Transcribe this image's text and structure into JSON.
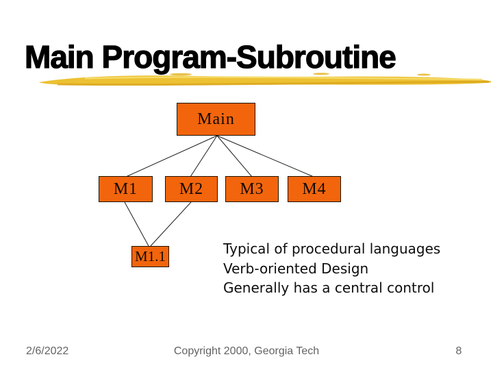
{
  "slide": {
    "title": "Main Program-Subroutine",
    "diagram": {
      "type": "tree",
      "nodes": [
        {
          "id": "main",
          "label": "Main"
        },
        {
          "id": "m1",
          "label": "M1"
        },
        {
          "id": "m2",
          "label": "M2"
        },
        {
          "id": "m3",
          "label": "M3"
        },
        {
          "id": "m4",
          "label": "M4"
        },
        {
          "id": "m1_1",
          "label": "M1.1"
        }
      ],
      "edges": [
        {
          "from": "Main",
          "to": "M1"
        },
        {
          "from": "Main",
          "to": "M2"
        },
        {
          "from": "Main",
          "to": "M3"
        },
        {
          "from": "Main",
          "to": "M4"
        },
        {
          "from": "M1",
          "to": "M1.1"
        },
        {
          "from": "M2",
          "to": "M1.1"
        }
      ]
    },
    "notes_lines": [
      "Typical of procedural languages",
      "Verb-oriented Design",
      "Generally has a central control"
    ],
    "footer": {
      "date": "2/6/2022",
      "copyright": "Copyright 2000, Georgia Tech",
      "page_number": "8"
    }
  },
  "colors": {
    "node-orange": "#F2650D",
    "node-border": "#1F1200",
    "brush-gold": "#ECC133",
    "brush-gold-dark": "#D9A31C",
    "brush-gold-light": "#F6DD6E",
    "title-black": "#000000",
    "footer-gray": "#636363"
  }
}
